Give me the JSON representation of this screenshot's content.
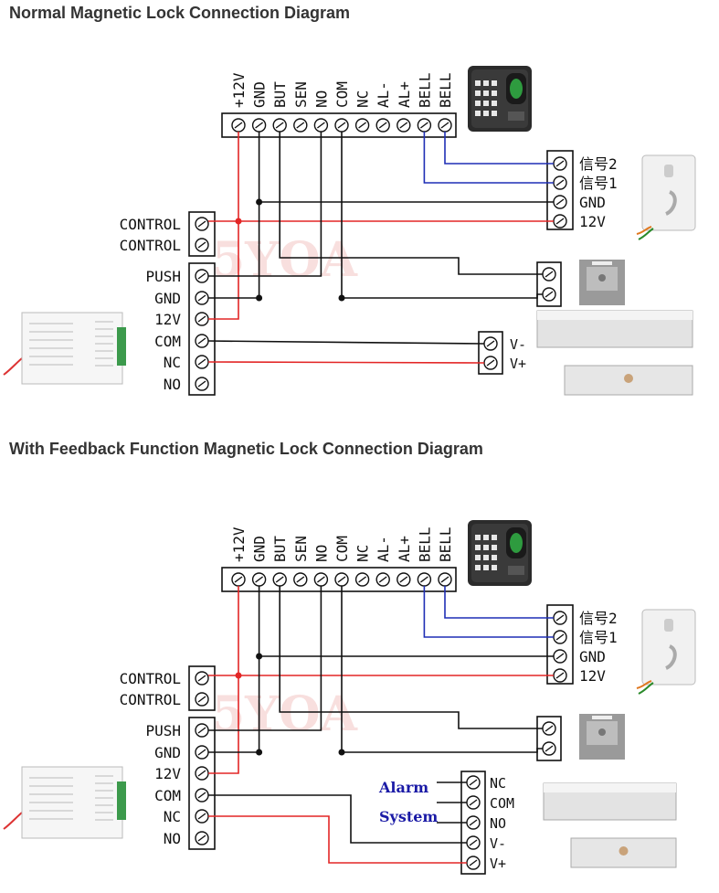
{
  "diagrams": [
    {
      "title": "Normal Magnetic Lock Connection Diagram",
      "top_terminals": [
        "+12V",
        "GND",
        "BUT",
        "SEN",
        "NO",
        "COM",
        "NC",
        "AL-",
        "AL+",
        "BELL",
        "BELL"
      ],
      "left_control": [
        "CONTROL",
        "CONTROL"
      ],
      "left_power": [
        "PUSH",
        "GND",
        "12V",
        "COM",
        "NC",
        "NO"
      ],
      "reader_side": [
        "信号2",
        "信号1",
        "GND",
        "12V"
      ],
      "lock_terminals": [
        "V-",
        "V+"
      ],
      "watermark": "5YOA"
    },
    {
      "title": "With Feedback Function Magnetic Lock Connection Diagram",
      "top_terminals": [
        "+12V",
        "GND",
        "BUT",
        "SEN",
        "NO",
        "COM",
        "NC",
        "AL-",
        "AL+",
        "BELL",
        "BELL"
      ],
      "left_control": [
        "CONTROL",
        "CONTROL"
      ],
      "left_power": [
        "PUSH",
        "GND",
        "12V",
        "COM",
        "NC",
        "NO"
      ],
      "reader_side": [
        "信号2",
        "信号1",
        "GND",
        "12V"
      ],
      "lock_terminals": [
        "NC",
        "COM",
        "NO",
        "V-",
        "V+"
      ],
      "alarm_labels": [
        "Alarm",
        "System"
      ],
      "watermark": "5YOA"
    }
  ],
  "colors": {
    "red_wire": "#e32626",
    "blue_wire": "#1f2fb5",
    "black_wire": "#111111"
  }
}
